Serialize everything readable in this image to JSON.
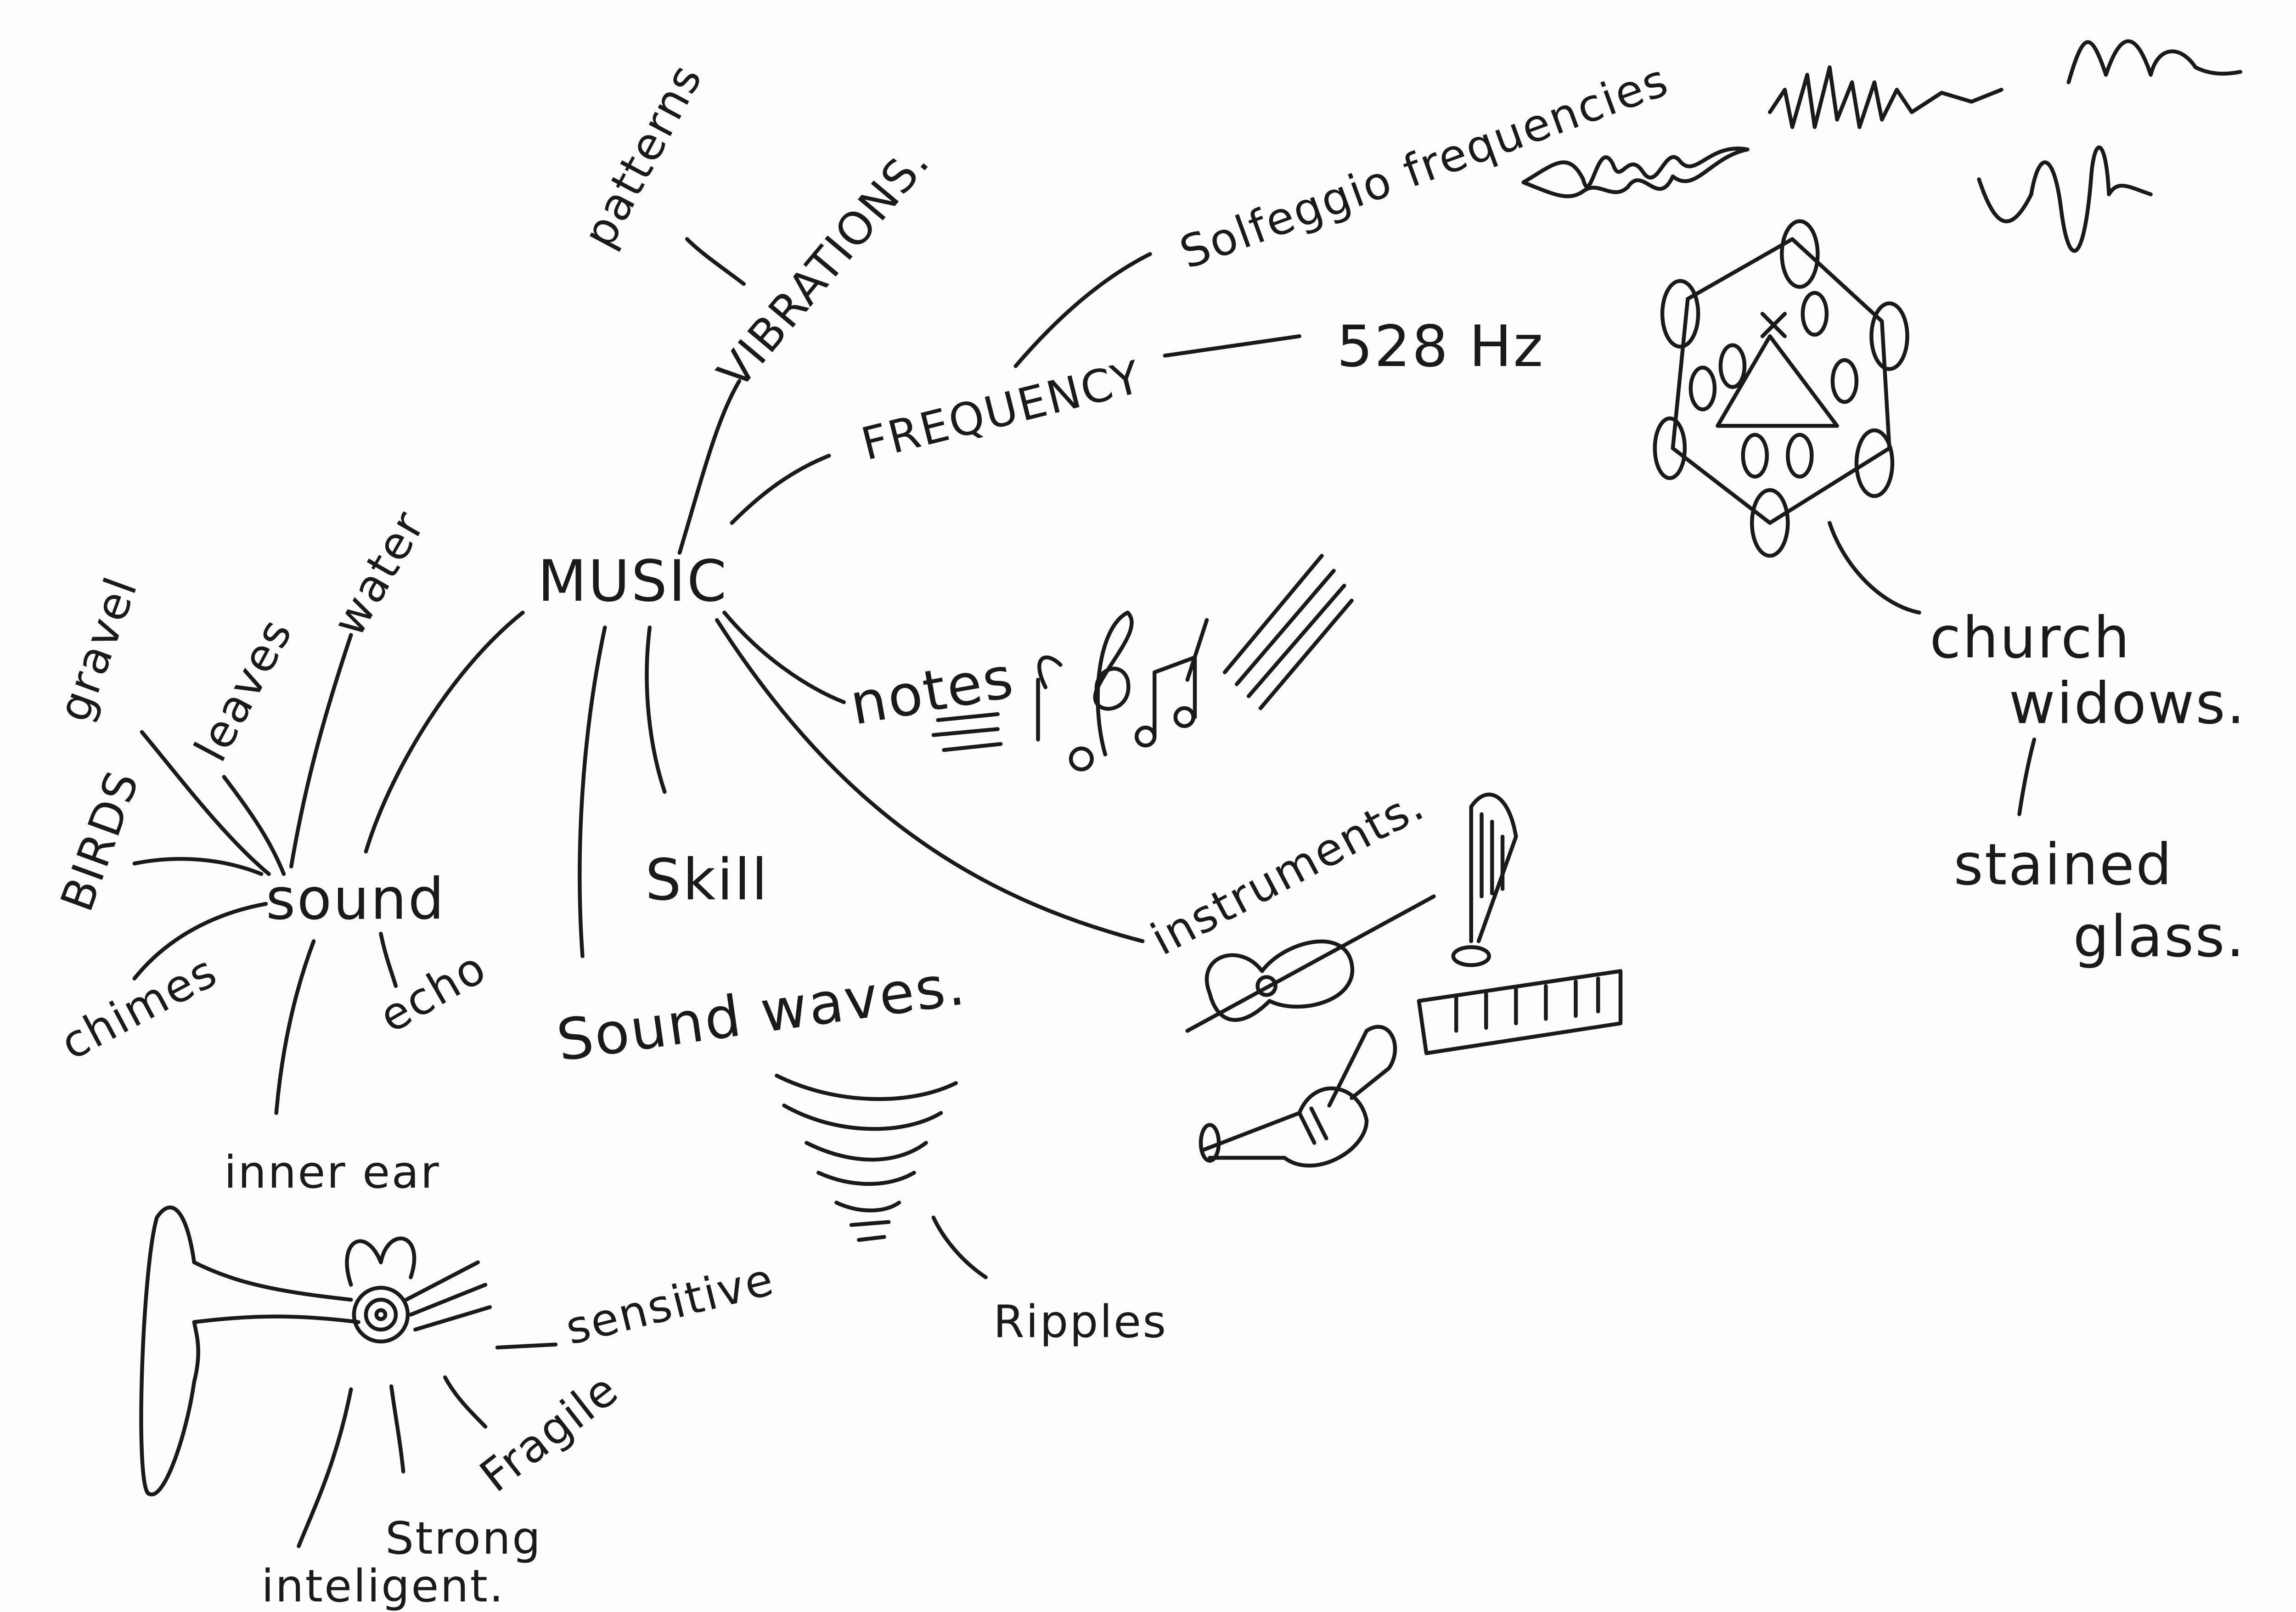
{
  "title": "Music mind map",
  "central": "MUSIC",
  "branches": {
    "vibrations": "VIBRATIONS.",
    "patterns": "patterns",
    "frequency": "FREQUENCY",
    "solfeggio": "Solfeggio frequencies",
    "hz": "528 Hz",
    "notes": "notes",
    "skill": "Skill",
    "soundwaves": "Sound waves.",
    "ripples": "Ripples",
    "instruments": "instruments.",
    "church": "church",
    "windows": "widows.",
    "stained": "stained",
    "glass": "glass.",
    "sound": "sound",
    "gravel": "gravel",
    "leaves": "leaves",
    "water": "water",
    "birds": "BIRDS",
    "chimes": "chimes",
    "echo": "echo",
    "inner_ear": "inner ear",
    "sensitive": "sensitive",
    "fragile": "Fragile",
    "strong": "Strong",
    "intelligent": "inteligent."
  },
  "ink_color": "#1a1a1a"
}
